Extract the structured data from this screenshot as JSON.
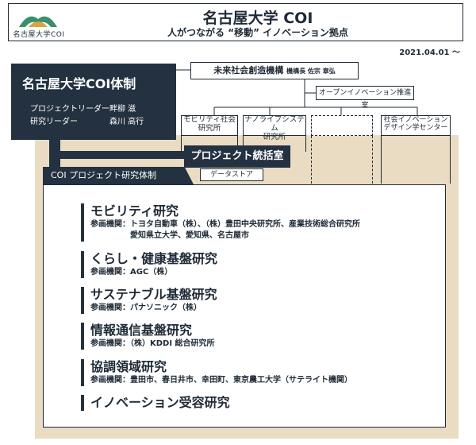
{
  "header": {
    "logo_text": "名古屋大学COI",
    "title": "名古屋大学 COI",
    "subtitle": "人がつながる “移動” イノベーション拠点",
    "date": "2021.04.01 ～"
  },
  "org": {
    "system_title": "名古屋大学COI体制",
    "leaders": [
      {
        "role": "プロジェクトリーダー",
        "name": "畔柳 滋"
      },
      {
        "role": "研究リーダー",
        "name": "森川 高行"
      }
    ],
    "top_org": {
      "name": "未来社会創造機構",
      "head": "機構長 佐宗 章弘"
    },
    "open_innovation": "オープンイノベーション推進室",
    "institutes": [
      "モビリティ社会\n研究所",
      "ナノライフシステム\n研究所",
      "",
      "社会イノベーション\nデザイン学センター"
    ],
    "pmo": "プロジェクト統括室",
    "datastore": "データストア",
    "coi_system": "COI プロジェクト研究体制"
  },
  "research_areas": [
    {
      "title": "モビリティ研究",
      "partners": [
        "参画機関：トヨタ自動車（株）、（株）豊田中央研究所、産業技術総合研究所",
        "　　　　　愛知県立大学、愛知県、名古屋市"
      ]
    },
    {
      "title": "くらし・健康基盤研究",
      "partners": [
        "参画機関：AGC（株）"
      ]
    },
    {
      "title": "サステナブル基盤研究",
      "partners": [
        "参画機関：パナソニック（株）"
      ]
    },
    {
      "title": "情報通信基盤研究",
      "partners": [
        "参画機関：（株）KDDI 総合研究所"
      ]
    },
    {
      "title": "協調領域研究",
      "partners": [
        "参画機関：豊田市、春日井市、幸田町、東京農工大学（サテライト機関）"
      ]
    },
    {
      "title": "イノベーション受容研究",
      "partners": []
    }
  ],
  "colors": {
    "navy": "#243140",
    "tan": "#e9dcc2",
    "logo_green": "#3a8f6c",
    "logo_gold": "#d8a640"
  }
}
